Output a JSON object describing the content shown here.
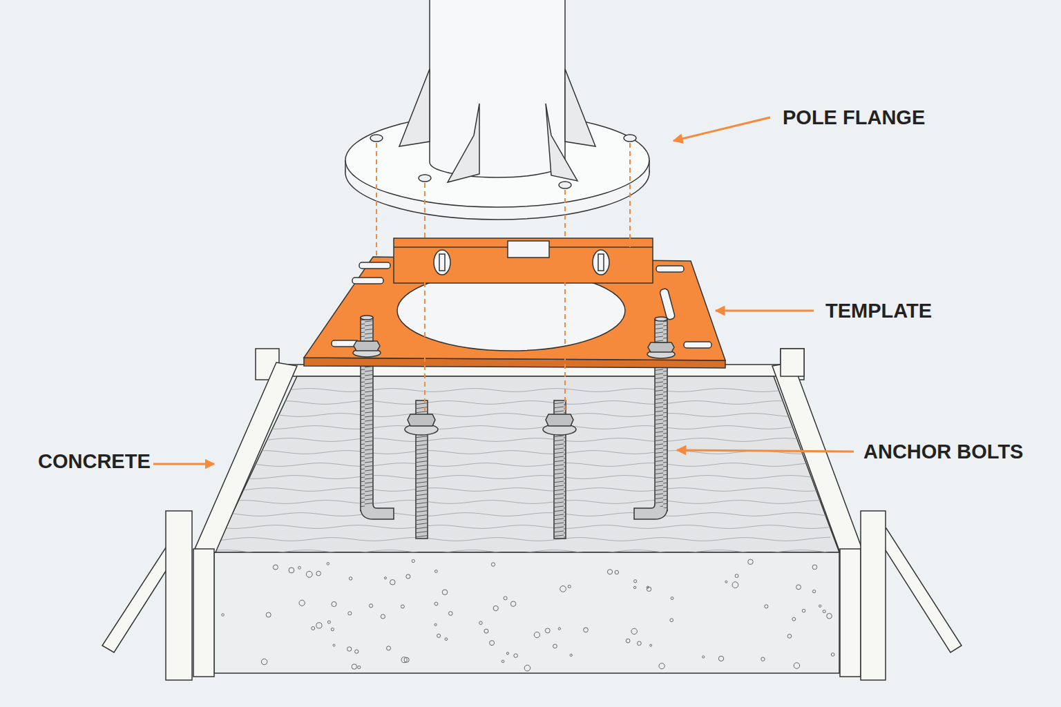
{
  "diagram": {
    "labels": [
      "POLE FLANGE",
      "TEMPLATE",
      "CONCRETE",
      "ANCHOR BOLTS"
    ]
  }
}
